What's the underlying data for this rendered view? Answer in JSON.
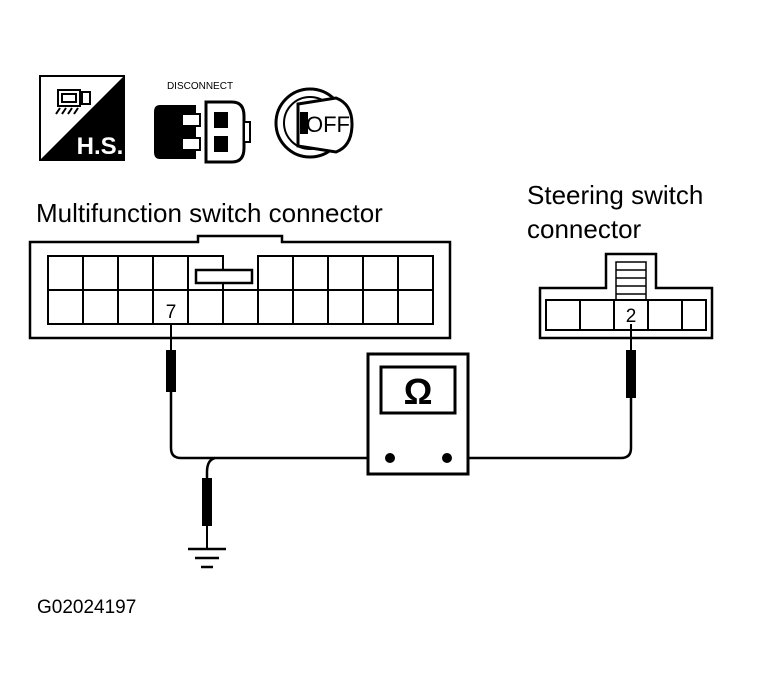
{
  "icons": {
    "hs_label": "H.S.",
    "disconnect_label": "DISCONNECT",
    "off_label": "OFF"
  },
  "multifunction": {
    "title": "Multifunction switch connector",
    "pin": "7"
  },
  "steering": {
    "title_line1": "Steering switch",
    "title_line2": "connector",
    "pin": "2"
  },
  "meter": {
    "symbol": "Ω"
  },
  "figure_code": "G02024197"
}
